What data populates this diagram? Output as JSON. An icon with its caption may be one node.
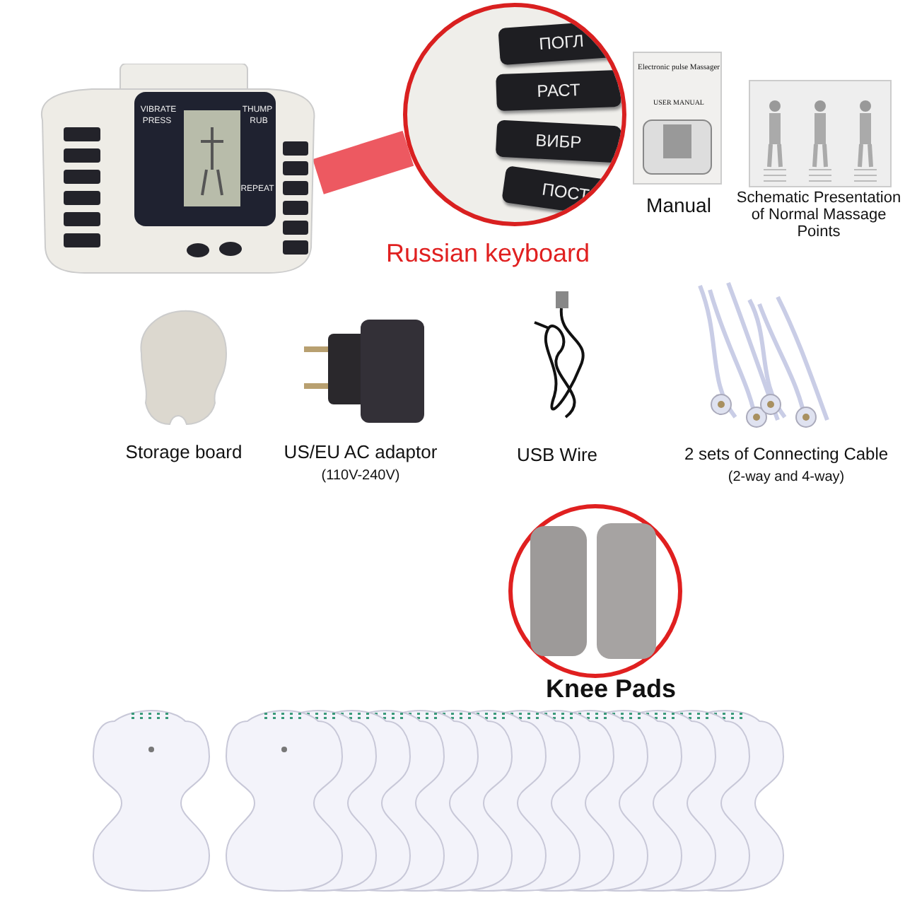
{
  "diagram": {
    "nodes": [
      {
        "text": [],
        "shape": "picture"
      },
      {
        "text": [
          "ПОГЛ",
          "РАСТ",
          "ВИБР",
          "ПОСТ"
        ],
        "beside": [
          "Russian keyboard"
        ]
      }
    ],
    "edges": [
      {
        "from": 0,
        "to": 1,
        "arrow": "none",
        "color": "#e8303a"
      }
    ],
    "labels": [
      "VIBRATE",
      "PRESS",
      "THUMP",
      "RUB",
      "REPEAT",
      "Electronic pulse Massager",
      "USER MANUAL",
      "Manual",
      "Schematic Presentation of Normal Massage Points",
      "Storage board",
      "US/EU AC adaptor",
      "(110V-240V)",
      "USB Wire",
      "2 sets of Connecting Cable",
      "(2-way and 4-way)",
      "Knee Pads"
    ]
  }
}
